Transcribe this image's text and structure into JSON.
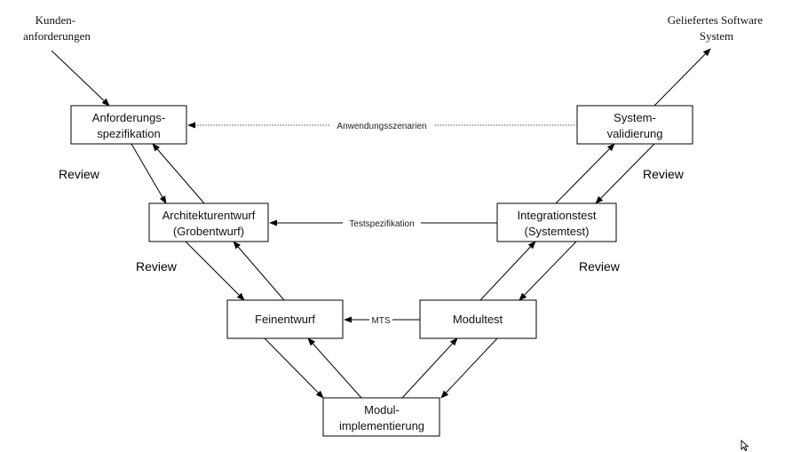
{
  "colors": {
    "line": "#000000",
    "dashed": "#555555",
    "text": "#111111",
    "background": "#ffffff"
  },
  "inputs": {
    "customer_requirements": [
      "Kunden-",
      "anforderungen"
    ]
  },
  "outputs": {
    "delivered_system": [
      "Geliefertes Software",
      "System"
    ]
  },
  "boxes": {
    "requirements_spec": [
      "Anforderungs-",
      "spezifikation"
    ],
    "architecture": [
      "Architekturentwurf",
      "(Grobentwurf)"
    ],
    "detailed_design": [
      "Feinentwurf"
    ],
    "module_impl": [
      "Modul-",
      "implementierung"
    ],
    "module_test": [
      "Modultest"
    ],
    "integration_test": [
      "Integrationstest",
      "(Systemtest)"
    ],
    "system_validation": [
      "System-",
      "validierung"
    ]
  },
  "links": {
    "usage_scenarios": "Anwendungsszenarien",
    "test_spec": "Testspezifikation",
    "mts": "MTS"
  },
  "reviews": [
    "Review",
    "Review",
    "Review",
    "Review"
  ],
  "icons": {
    "cursor": "mouse-pointer-icon"
  }
}
